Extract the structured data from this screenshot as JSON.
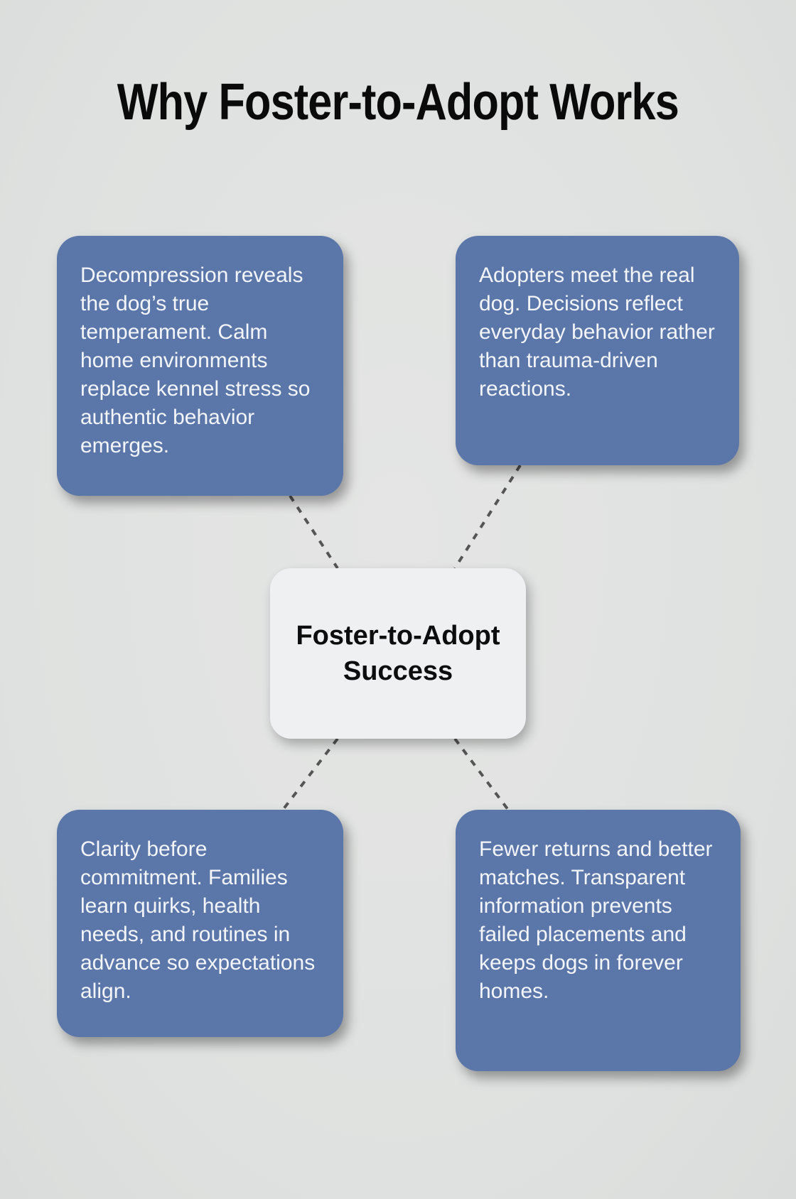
{
  "theme": {
    "background_color": "#dfe1e0",
    "background_light": "#e4e5e4",
    "background_dark": "#dadcdb",
    "accent_blue": "#5b76a9",
    "box_text_color": "#f3f5f9",
    "center_fill": "#eff0f2",
    "center_text_color": "#0d0d0d",
    "connector_color": "#555555",
    "title_color": "#0a0a0a"
  },
  "page": {
    "title": "Why Foster-to-Adopt Works"
  },
  "diagram": {
    "center_node": {
      "label": "Foster-to-Adopt Success"
    },
    "nodes": [
      {
        "id": "top-left",
        "text": "Decompression reveals the dog’s true temperament. Calm home environments replace kennel stress so authentic behavior emerges."
      },
      {
        "id": "top-right",
        "text": "Adopters meet the real dog. Decisions reflect everyday behavior rather than trauma-driven reactions."
      },
      {
        "id": "bottom-left",
        "text": "Clarity before commitment. Families learn quirks, health needs, and routines in advance so expectations align."
      },
      {
        "id": "bottom-right",
        "text": "Fewer returns and better matches. Transparent information prevents failed placements and keeps dogs in forever homes."
      }
    ]
  }
}
